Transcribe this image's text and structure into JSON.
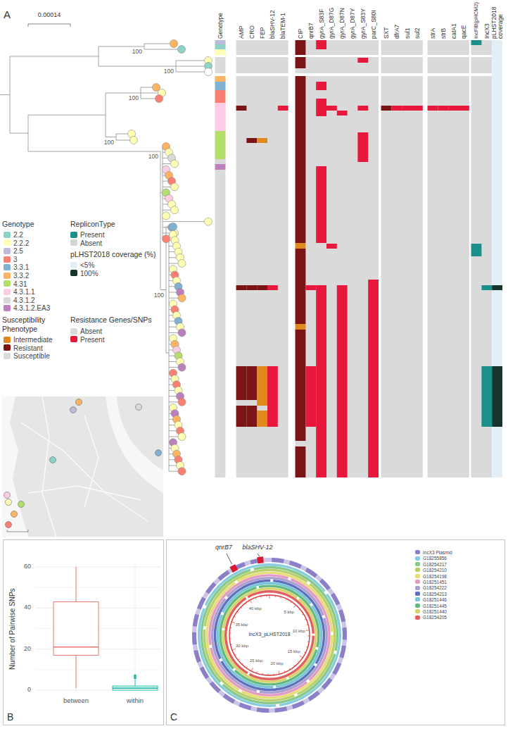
{
  "diagram": {
    "nodes": [
      {
        "text": [
          "B"
        ]
      },
      {
        "text": [
          "C"
        ]
      }
    ],
    "labels": [
      "A",
      "0.00014",
      "100",
      "100",
      "100",
      "100",
      "100",
      "100",
      "Genotype",
      "AMP",
      "CRO",
      "FEP",
      "blaSHV-12",
      "blaTEM-1",
      "CIP",
      "qnrB7",
      "gyrA_S83F",
      "gyrA_D87G",
      "gyrA_D87N",
      "gyrA_D87Y",
      "gyrA_S83Y",
      "parC_S80I",
      "SXT",
      "dfrA7",
      "sul1",
      "sul2",
      "strA",
      "strB",
      "catA1",
      "qacE",
      "IncFIB(pHCM2)",
      "IncX3",
      "pLHST2018 coverage",
      "Genotype",
      "RepliconType",
      "pLHST2018 coverage (%)",
      "Susceptibility Phenotype",
      "Resistance Genes/SNPs",
      "Number of Pairwise SNPs",
      "0",
      "20",
      "40",
      "60",
      "between",
      "within",
      "qnrB7",
      "blaSHV-12",
      "IncX3_pLHST2018",
      "5 kbp",
      "10 kbp",
      "15 kbp",
      "20 kbp",
      "25 kbp",
      "30 kbp",
      "35 kbp",
      "40 kbp"
    ],
    "legend": [
      {
        "text": "2.2",
        "color": "#8dd3c7"
      },
      {
        "text": "2.2.2",
        "color": "#ffffb3"
      },
      {
        "text": "2.5",
        "color": "#bebada"
      },
      {
        "text": "3",
        "color": "#fb8072"
      },
      {
        "text": "3.3.1",
        "color": "#80b1d3"
      },
      {
        "text": "3.3.2",
        "color": "#fdb462"
      },
      {
        "text": "4.31",
        "color": "#b3de69"
      },
      {
        "text": "4.3.1.1",
        "color": "#fccde5"
      },
      {
        "text": "4.3.1.2",
        "color": "#d9d9d9"
      },
      {
        "text": "4.3.1.2.EA3",
        "color": "#bc80bd"
      },
      {
        "text": "Present",
        "color": "#1b8f8a"
      },
      {
        "text": "Absent",
        "color": "#d4d4d4"
      },
      {
        "text": "<5%",
        "color": "#e3eff6"
      },
      {
        "text": "100%",
        "color": "#17332c"
      },
      {
        "text": "Intermediate",
        "color": "#e08a1e"
      },
      {
        "text": "Resistant",
        "color": "#7b1414"
      },
      {
        "text": "Susceptible",
        "color": "#dadada"
      },
      {
        "text": "Absent",
        "color": "#dadada"
      },
      {
        "text": "Present",
        "color": "#e8173c"
      },
      {
        "text": "IncX3 Plasmid",
        "color": "#8b80c8"
      },
      {
        "text": "G18255856",
        "color": "#86cde3"
      },
      {
        "text": "G18254217",
        "color": "#86c98a"
      },
      {
        "text": "G18254210",
        "color": "#b9cf6b"
      },
      {
        "text": "G18254198",
        "color": "#e6dd74"
      },
      {
        "text": "G18251451",
        "color": "#e39bc4"
      },
      {
        "text": "G18254222",
        "color": "#a99fd1"
      },
      {
        "text": "G18254213",
        "color": "#5e6fbd"
      },
      {
        "text": "G18251446",
        "color": "#78c6d6"
      },
      {
        "text": "G18251445",
        "color": "#63b97e"
      },
      {
        "text": "G18251440",
        "color": "#d7d26a"
      },
      {
        "text": "G18254205",
        "color": "#e06060"
      }
    ]
  }
}
